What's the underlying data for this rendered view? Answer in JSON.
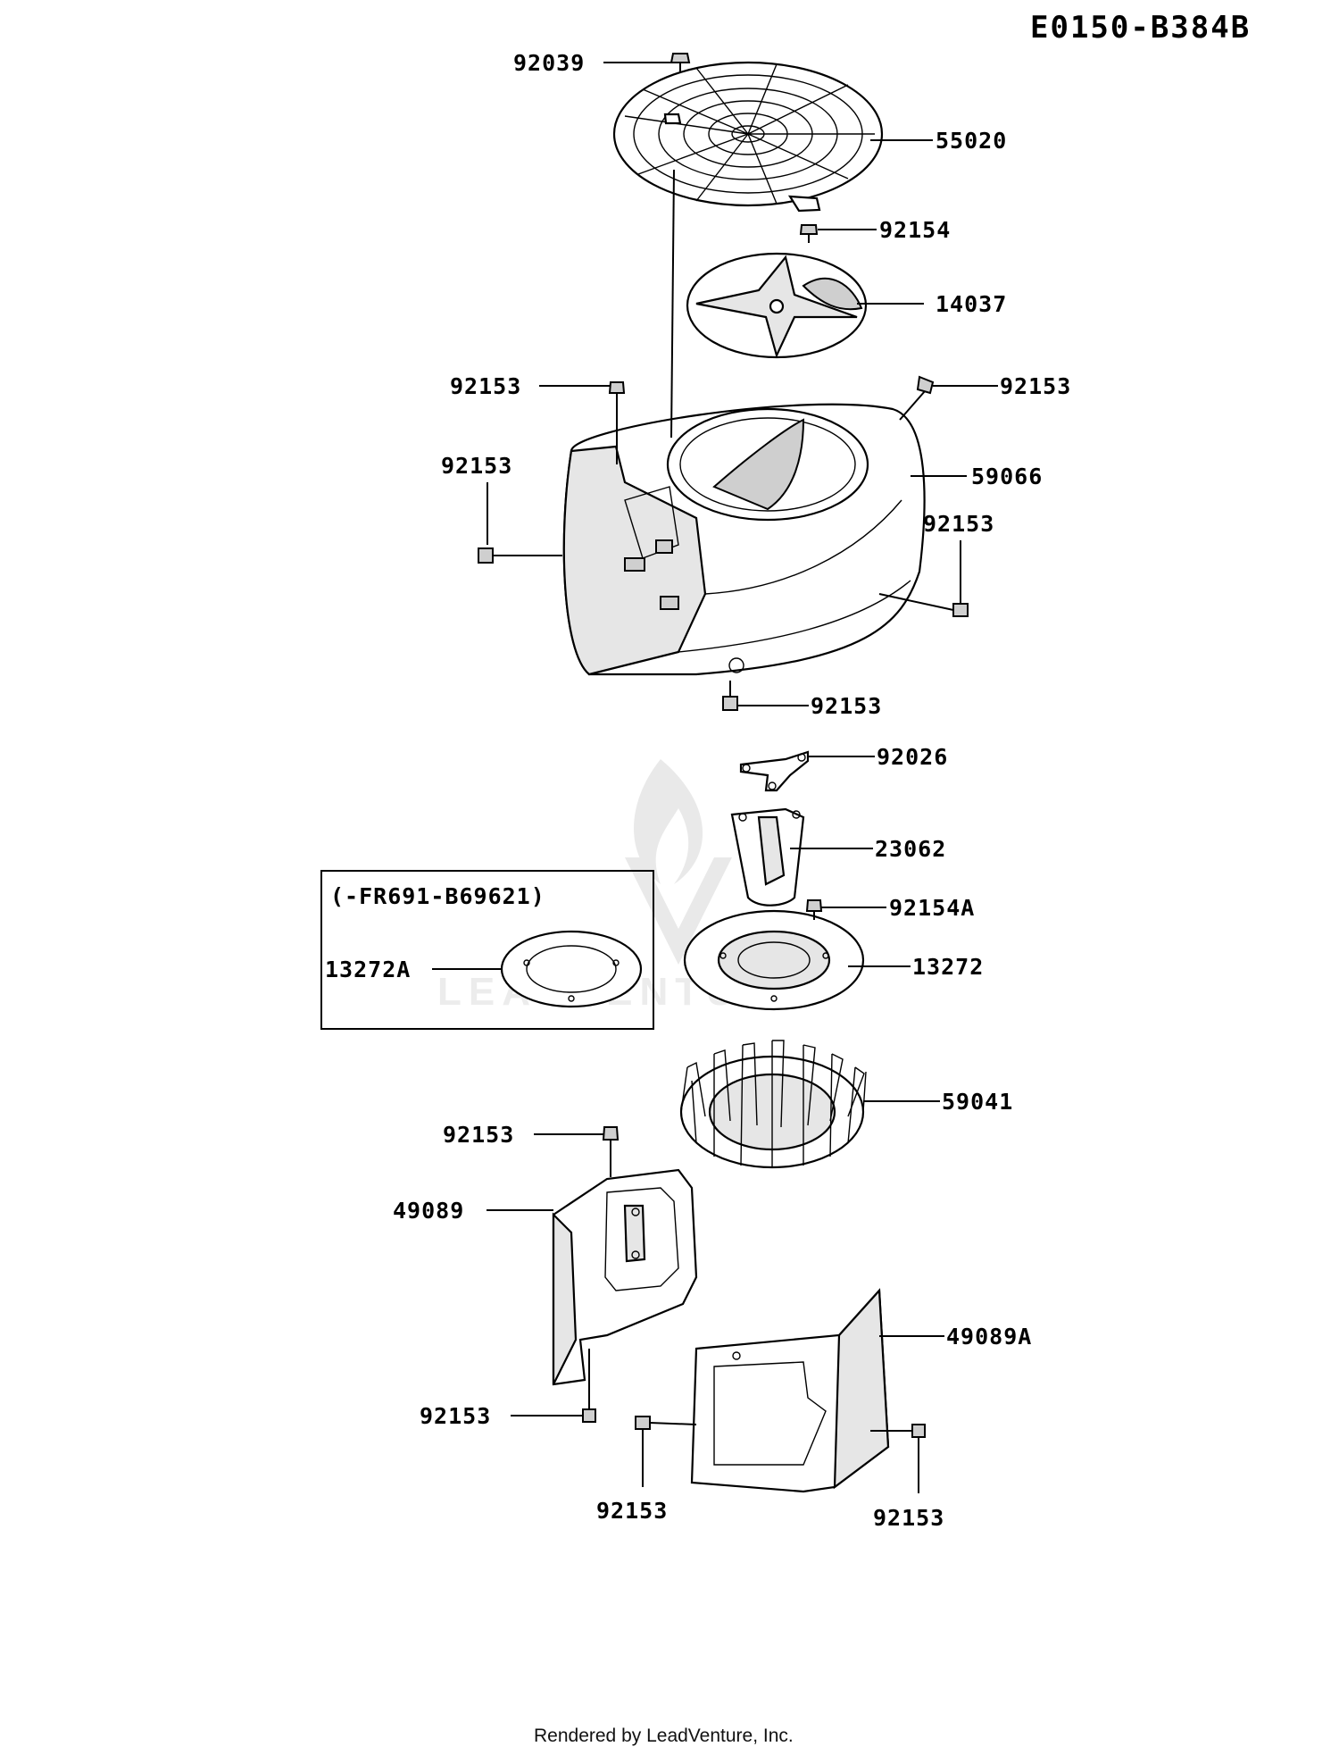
{
  "diagram": {
    "code": "E0150-B384B",
    "footer": "Rendered by LeadVenture, Inc.",
    "inset_label": "(-FR691-B69621)",
    "watermark": "LEADVENTURE",
    "callouts": [
      "92039",
      "55020",
      "92154",
      "14037",
      "92153",
      "92153",
      "92153",
      "59066",
      "92153",
      "92153",
      "92026",
      "23062",
      "92154A",
      "13272A",
      "13272",
      "59041",
      "92153",
      "49089",
      "49089A",
      "92153",
      "92153",
      "92153"
    ]
  }
}
